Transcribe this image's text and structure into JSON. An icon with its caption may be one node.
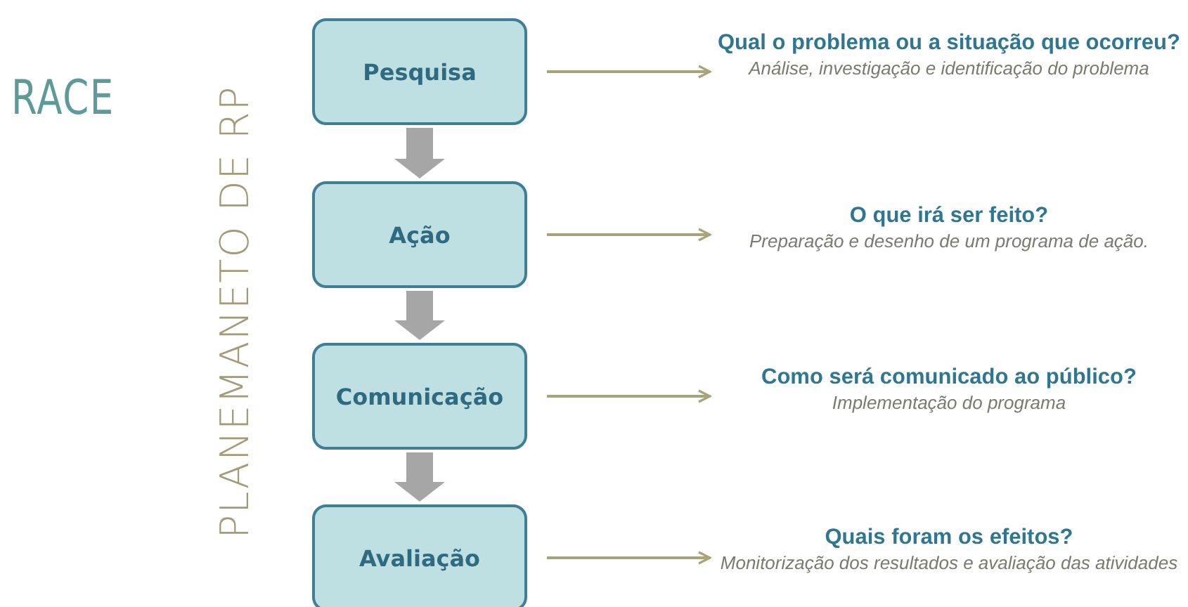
{
  "diagram": {
    "title": "RACE",
    "nodes": [
      {
        "text": [
          "Pesquisa"
        ]
      },
      {
        "text": [
          "Ação"
        ]
      },
      {
        "text": [
          "Comunicação"
        ]
      },
      {
        "text": [
          "Avaliação"
        ]
      },
      {
        "text": [
          "Qual o problema ou a situação que ocorreu?",
          "Análise, investigação e identificação do problema"
        ]
      },
      {
        "text": [
          "O que irá ser feito?",
          "Preparação e desenho de um programa de ação."
        ]
      },
      {
        "text": [
          "Como será comunicado ao público?",
          "Implementação do programa"
        ]
      },
      {
        "text": [
          "Quais foram os efeitos?",
          "Monitorização dos resultados e avaliação das atividades"
        ]
      }
    ],
    "edges": [
      {
        "from": 0,
        "to": 1,
        "arrow": "to",
        "style": "thick",
        "color": "#a6a6a6"
      },
      {
        "from": 1,
        "to": 2,
        "arrow": "to",
        "style": "thick",
        "color": "#a6a6a6"
      },
      {
        "from": 2,
        "to": 3,
        "arrow": "to",
        "style": "thick",
        "color": "#a6a6a6"
      },
      {
        "from": 0,
        "to": 4,
        "arrow": "to"
      },
      {
        "from": 1,
        "to": 5,
        "arrow": "to"
      },
      {
        "from": 2,
        "to": 6,
        "arrow": "to"
      },
      {
        "from": 3,
        "to": 7,
        "arrow": "to"
      }
    ],
    "labels": [
      "PLANEMANETO DE RP"
    ]
  }
}
